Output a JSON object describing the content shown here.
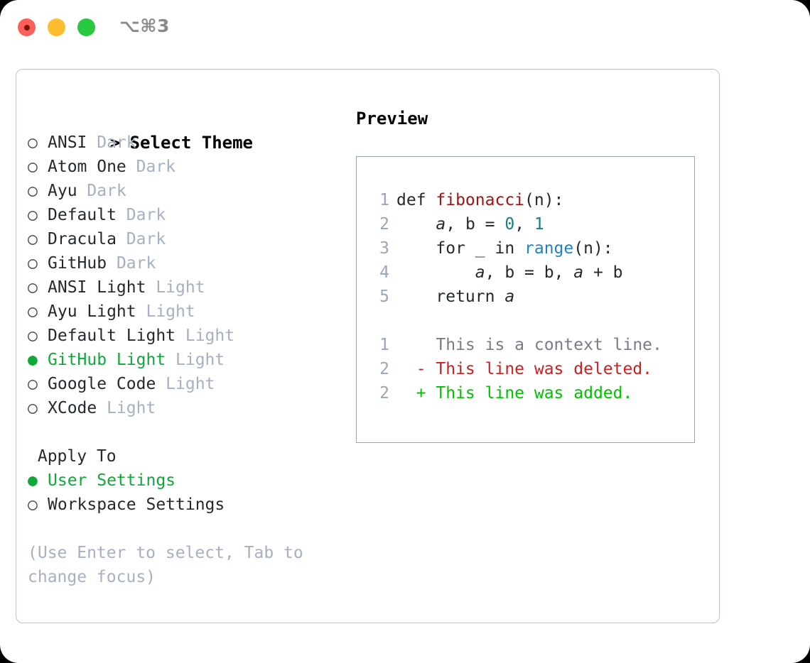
{
  "titlebar": {
    "shortcut": "⌥⌘3",
    "buttons": [
      "close",
      "minimize",
      "zoom"
    ]
  },
  "theme_picker": {
    "heading_marker": ">",
    "heading": "Select Theme",
    "bullet_selected": "●",
    "bullet_unselected": "○",
    "items": [
      {
        "name": "ANSI",
        "tag": "Dark",
        "selected": false
      },
      {
        "name": "Atom One",
        "tag": "Dark",
        "selected": false
      },
      {
        "name": "Ayu",
        "tag": "Dark",
        "selected": false
      },
      {
        "name": "Default",
        "tag": "Dark",
        "selected": false
      },
      {
        "name": "Dracula",
        "tag": "Dark",
        "selected": false
      },
      {
        "name": "GitHub",
        "tag": "Dark",
        "selected": false
      },
      {
        "name": "ANSI Light",
        "tag": "Light",
        "selected": false
      },
      {
        "name": "Ayu Light",
        "tag": "Light",
        "selected": false
      },
      {
        "name": "Default Light",
        "tag": "Light",
        "selected": false
      },
      {
        "name": "GitHub Light",
        "tag": "Light",
        "selected": true
      },
      {
        "name": "Google Code",
        "tag": "Light",
        "selected": false
      },
      {
        "name": "XCode",
        "tag": "Light",
        "selected": false
      }
    ]
  },
  "apply_to": {
    "label": "Apply To",
    "options": [
      {
        "name": "User Settings",
        "selected": true
      },
      {
        "name": "Workspace Settings",
        "selected": false
      }
    ]
  },
  "hint": "(Use Enter to select, Tab to change focus)",
  "preview": {
    "title": "Preview",
    "code_lines": [
      {
        "n": "1",
        "tokens": [
          {
            "t": "def ",
            "c": "kw"
          },
          {
            "t": "fibonacci",
            "c": "fn"
          },
          {
            "t": "(n):",
            "c": "punct"
          }
        ]
      },
      {
        "n": "2",
        "tokens": [
          {
            "t": "    ",
            "c": "punct"
          },
          {
            "t": "a",
            "c": "var"
          },
          {
            "t": ", ",
            "c": "punct"
          },
          {
            "t": "b",
            "c": "kw"
          },
          {
            "t": " = ",
            "c": "punct"
          },
          {
            "t": "0",
            "c": "num"
          },
          {
            "t": ", ",
            "c": "punct"
          },
          {
            "t": "1",
            "c": "num"
          }
        ]
      },
      {
        "n": "3",
        "tokens": [
          {
            "t": "    for _ in ",
            "c": "kw"
          },
          {
            "t": "range",
            "c": "call"
          },
          {
            "t": "(n):",
            "c": "punct"
          }
        ]
      },
      {
        "n": "4",
        "tokens": [
          {
            "t": "        ",
            "c": "punct"
          },
          {
            "t": "a",
            "c": "var"
          },
          {
            "t": ", b = b, ",
            "c": "punct"
          },
          {
            "t": "a",
            "c": "var"
          },
          {
            "t": " + b",
            "c": "punct"
          }
        ]
      },
      {
        "n": "5",
        "tokens": [
          {
            "t": "    return ",
            "c": "kw"
          },
          {
            "t": "a",
            "c": "var"
          }
        ]
      }
    ],
    "diff_lines": [
      {
        "n": "1",
        "sign": " ",
        "text": "This is a context line.",
        "kind": "context"
      },
      {
        "n": "2",
        "sign": "-",
        "text": "This line was deleted.",
        "kind": "del"
      },
      {
        "n": "2",
        "sign": "+",
        "text": "This line was added.",
        "kind": "add"
      }
    ]
  },
  "colors": {
    "accent_green": "#10a83a",
    "diff_add": "#00c000",
    "diff_del": "#cc2020",
    "muted": "#a6b0c0",
    "function": "#a01414",
    "number": "#17807f",
    "call": "#1a84c7",
    "border": "#b9c2ce"
  }
}
